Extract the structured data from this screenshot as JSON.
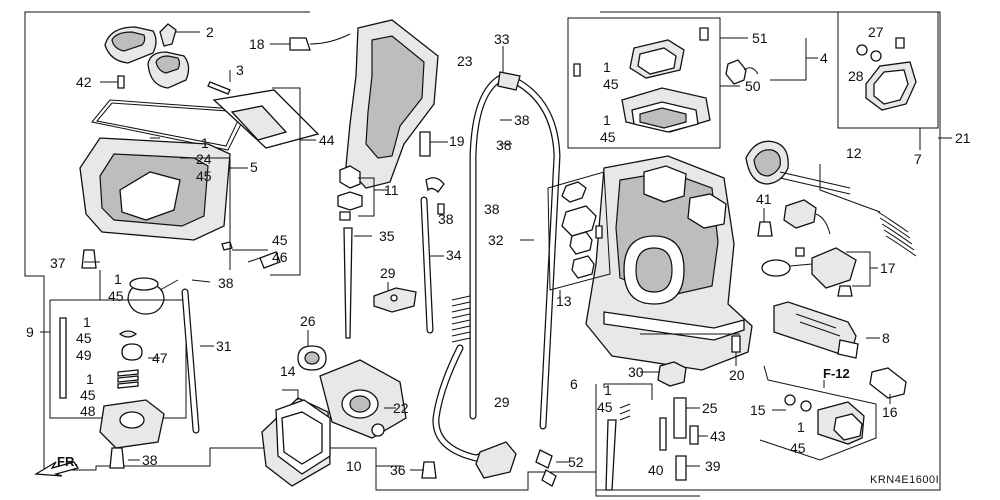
{
  "diagram": {
    "fig_code": "KRN4E1600I",
    "fig_ref": "F-12",
    "direction": "FR.",
    "callouts": {
      "c2": "2",
      "c3": "3",
      "c18": "18",
      "c42": "42",
      "c1a": "1",
      "c24": "24",
      "c45a": "45",
      "c5": "5",
      "c44": "44",
      "c37": "37",
      "c1b": "1",
      "c45b": "45",
      "c38a": "38",
      "c45c": "45",
      "c46": "46",
      "c9": "9",
      "c1c": "1",
      "c45d": "45",
      "c49": "49",
      "c47": "47",
      "c1d": "1",
      "c45e": "45",
      "c48": "48",
      "c38b": "38",
      "c31": "31",
      "c23": "23",
      "c33": "33",
      "c38c": "38",
      "c38d": "38",
      "c19": "19",
      "c11": "11",
      "c38e": "38",
      "c38f": "38",
      "c35": "35",
      "c34": "34",
      "c32": "32",
      "c29a": "29",
      "c26": "26",
      "c14": "14",
      "c22": "22",
      "c29b": "29",
      "c10": "10",
      "c36": "36",
      "c52": "52",
      "c51": "51",
      "c1e": "1",
      "c45f": "45",
      "c50": "50",
      "c4": "4",
      "c1f": "1",
      "c45g": "45",
      "c27": "27",
      "c28": "28",
      "c7": "7",
      "c21": "21",
      "c12": "12",
      "c41": "41",
      "c17": "17",
      "c8": "8",
      "c13": "13",
      "c20": "20",
      "c30": "30",
      "c6": "6",
      "c1g": "1",
      "c45h": "45",
      "c25": "25",
      "c43": "43",
      "c40": "40",
      "c39": "39",
      "c15": "15",
      "c1h": "1",
      "c45i": "45",
      "c16": "16"
    }
  }
}
